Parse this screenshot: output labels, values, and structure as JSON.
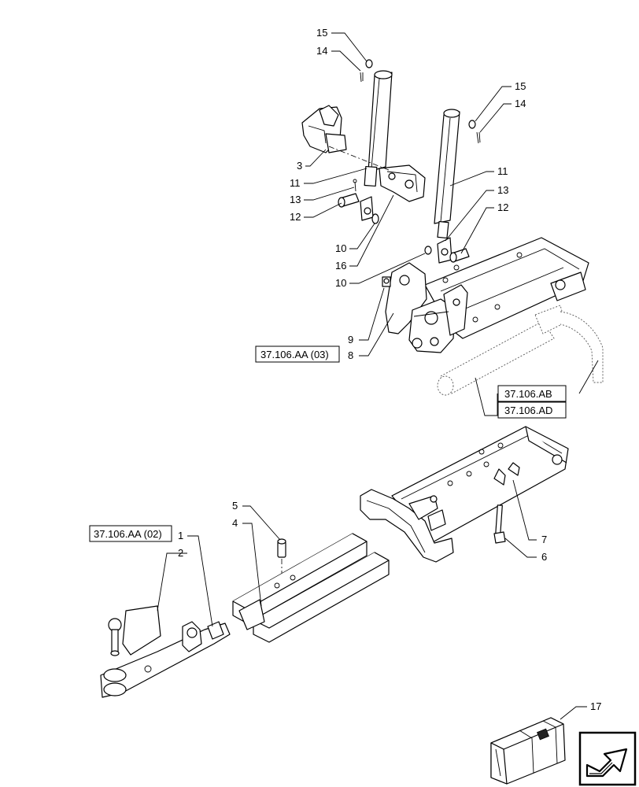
{
  "callouts": {
    "c1": "1",
    "c2": "2",
    "c3": "3",
    "c4": "4",
    "c5": "5",
    "c6": "6",
    "c7": "7",
    "c8": "8",
    "c9": "9",
    "c10a": "10",
    "c10b": "10",
    "c11a": "11",
    "c11b": "11",
    "c12a": "12",
    "c12b": "12",
    "c13a": "13",
    "c13b": "13",
    "c14a": "14",
    "c14b": "14",
    "c15a": "15",
    "c15b": "15",
    "c16": "16",
    "c17": "17"
  },
  "refs": {
    "aa03": "37.106.AA (03)",
    "ab": "37.106.AB",
    "ad": "37.106.AD",
    "aa02": "37.106.AA (02)"
  },
  "nav": {
    "icon": "next-arrow-icon"
  }
}
